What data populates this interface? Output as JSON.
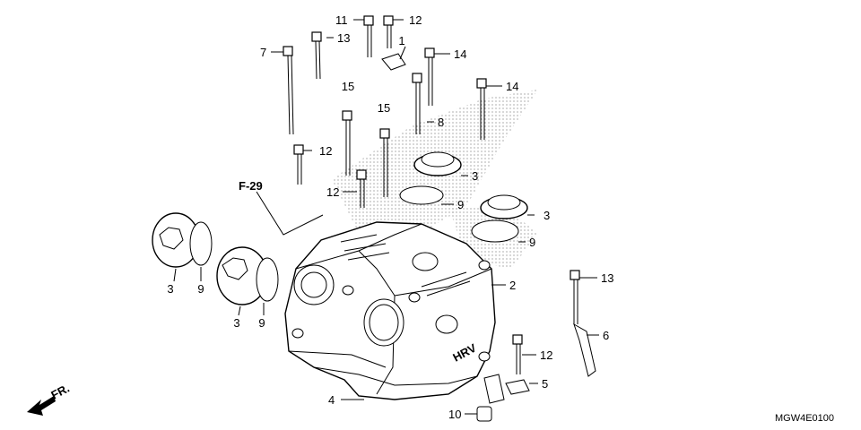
{
  "callouts": {
    "c1": "1",
    "c2": "2",
    "c3a": "3",
    "c3b": "3",
    "c3c": "3",
    "c3d": "3",
    "c4": "4",
    "c5": "5",
    "c6": "6",
    "c7": "7",
    "c8": "8",
    "c9a": "9",
    "c9b": "9",
    "c9c": "9",
    "c9d": "9",
    "c10": "10",
    "c11": "11",
    "c12a": "12",
    "c12b": "12",
    "c12c": "12",
    "c12d": "12",
    "c13a": "13",
    "c13b": "13",
    "c14a": "14",
    "c14b": "14",
    "c15a": "15",
    "c15b": "15"
  },
  "ref_label": "F-29",
  "front_label": "FR.",
  "cover_emblem": "HRV",
  "diagram_code": "MGW4E0100"
}
